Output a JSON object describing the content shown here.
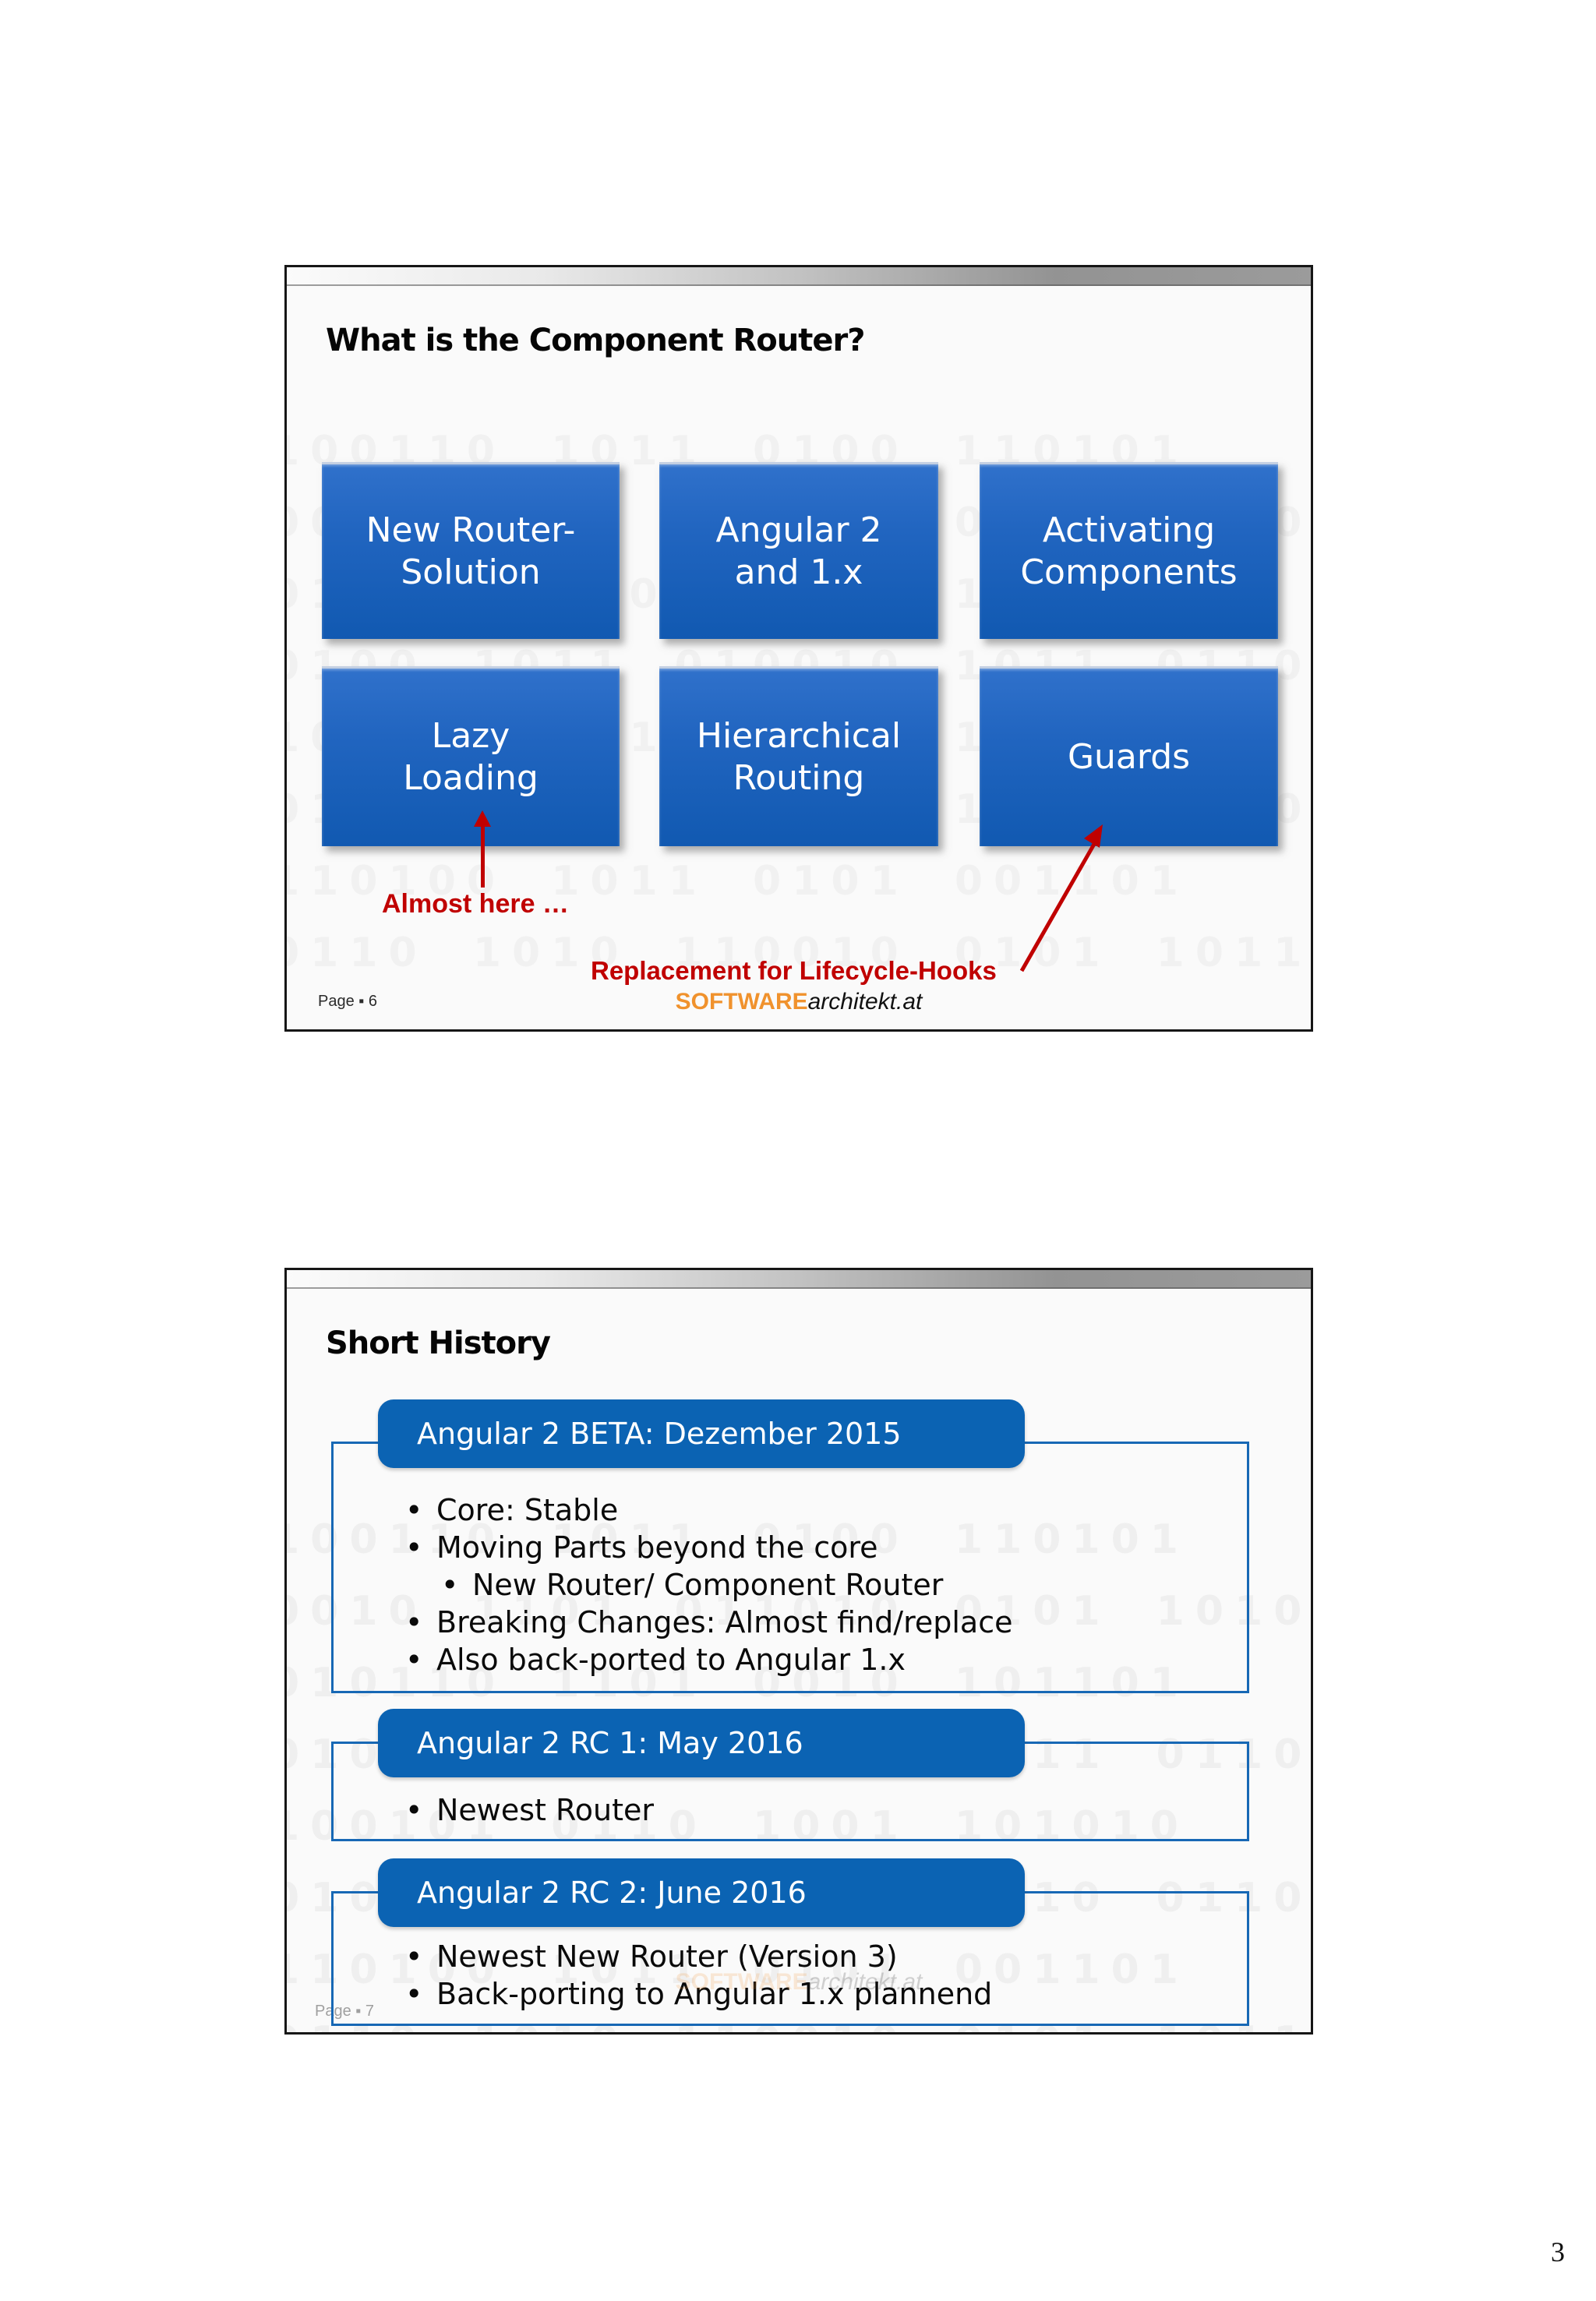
{
  "page": {
    "number": "3"
  },
  "colors": {
    "box_blue_top": "#3071cb",
    "box_blue_bottom": "#1159b1",
    "header_blue": "#0b63b3",
    "outline_blue": "#1768b5",
    "annotation_red": "#c00000",
    "logo_orange": "#f0922d",
    "slide_border": "#161616",
    "topbar_gray": "#9b9b9b"
  },
  "watermark": {
    "pattern": "100110 1011 0100 110101 0010 1101 011010 0101 1010 010110 1101 0010 101101 0100 1011 010010 1011 0110 100101 0110 1001 101010 0101 1101 010011 1010 0110 110100 1011 0101 001101 0110 1010 110010 0101 1011 010101 1001 0110 101001"
  },
  "slides": [
    {
      "title": "What is the Component Router?",
      "boxes": [
        {
          "label": "New Router-\nSolution"
        },
        {
          "label": "Angular 2\nand 1.x"
        },
        {
          "label": "Activating\nComponents"
        },
        {
          "label": "Lazy\nLoading"
        },
        {
          "label": "Hierarchical\nRouting"
        },
        {
          "label": "Guards"
        }
      ],
      "annotations": {
        "almost_here": "Almost here …",
        "replacement": "Replacement for Lifecycle-Hooks"
      },
      "footer": {
        "page_label": "Page ▪ 6",
        "logo_software": "SOFTWARE",
        "logo_architekt": "architekt.at"
      }
    },
    {
      "title": "Short History",
      "sections": [
        {
          "header": "Angular 2 BETA: Dezember 2015",
          "bullets": [
            {
              "text": "Core: Stable",
              "level": 1
            },
            {
              "text": "Moving Parts beyond the core",
              "level": 1
            },
            {
              "text": "New Router/ Component Router",
              "level": 2
            },
            {
              "text": "Breaking Changes: Almost find/replace",
              "level": 1
            },
            {
              "text": "Also back-ported to Angular 1.x",
              "level": 1
            }
          ]
        },
        {
          "header": "Angular 2 RC 1: May 2016",
          "bullets": [
            {
              "text": "Newest Router",
              "level": 1
            }
          ]
        },
        {
          "header": "Angular 2 RC 2: June 2016",
          "bullets": [
            {
              "text": "Newest New Router (Version 3)",
              "level": 1
            },
            {
              "text": "Back-porting to Angular 1.x plannend",
              "level": 1
            }
          ]
        }
      ],
      "footer": {
        "page_label": "Page ▪ 7",
        "logo_software": "SOFTWARE",
        "logo_architekt": "architekt.at"
      }
    }
  ]
}
